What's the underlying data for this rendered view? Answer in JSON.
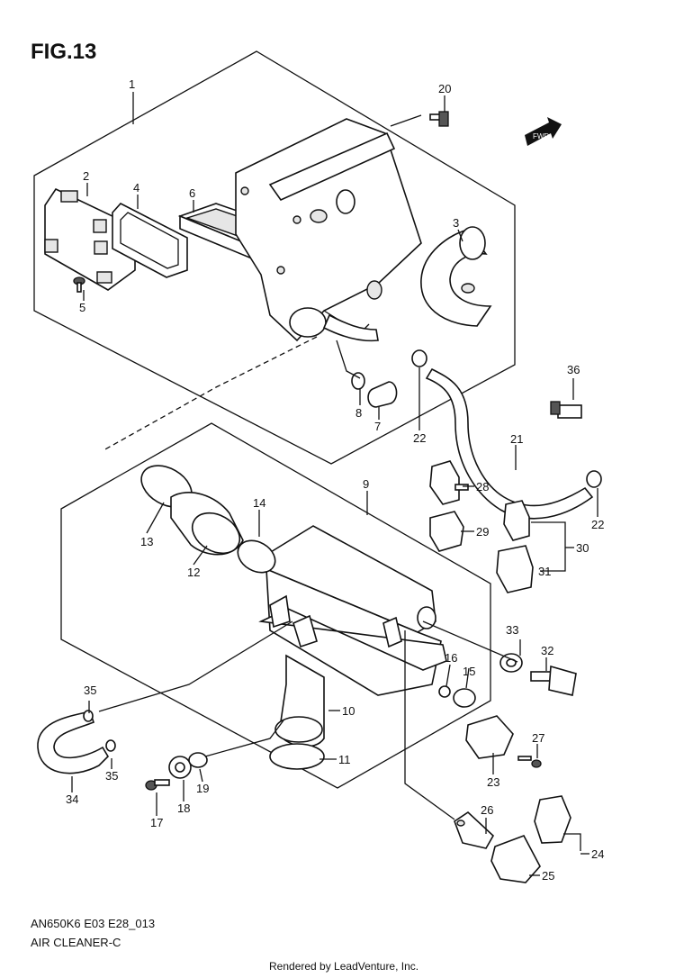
{
  "figure": {
    "title": "FIG.13",
    "code": "AN650K6 E03 E28_013",
    "caption": "AIR CLEANER-C",
    "render_credit": "Rendered by LeadVenture, Inc.",
    "fwd_label": "FWD"
  },
  "callouts": [
    "1",
    "2",
    "3",
    "4",
    "5",
    "6",
    "7",
    "8",
    "9",
    "10",
    "11",
    "12",
    "13",
    "14",
    "15",
    "16",
    "17",
    "18",
    "19",
    "20",
    "21",
    "22",
    "22",
    "23",
    "24",
    "25",
    "26",
    "27",
    "28",
    "29",
    "30",
    "31",
    "32",
    "33",
    "34",
    "35",
    "35",
    "36"
  ]
}
